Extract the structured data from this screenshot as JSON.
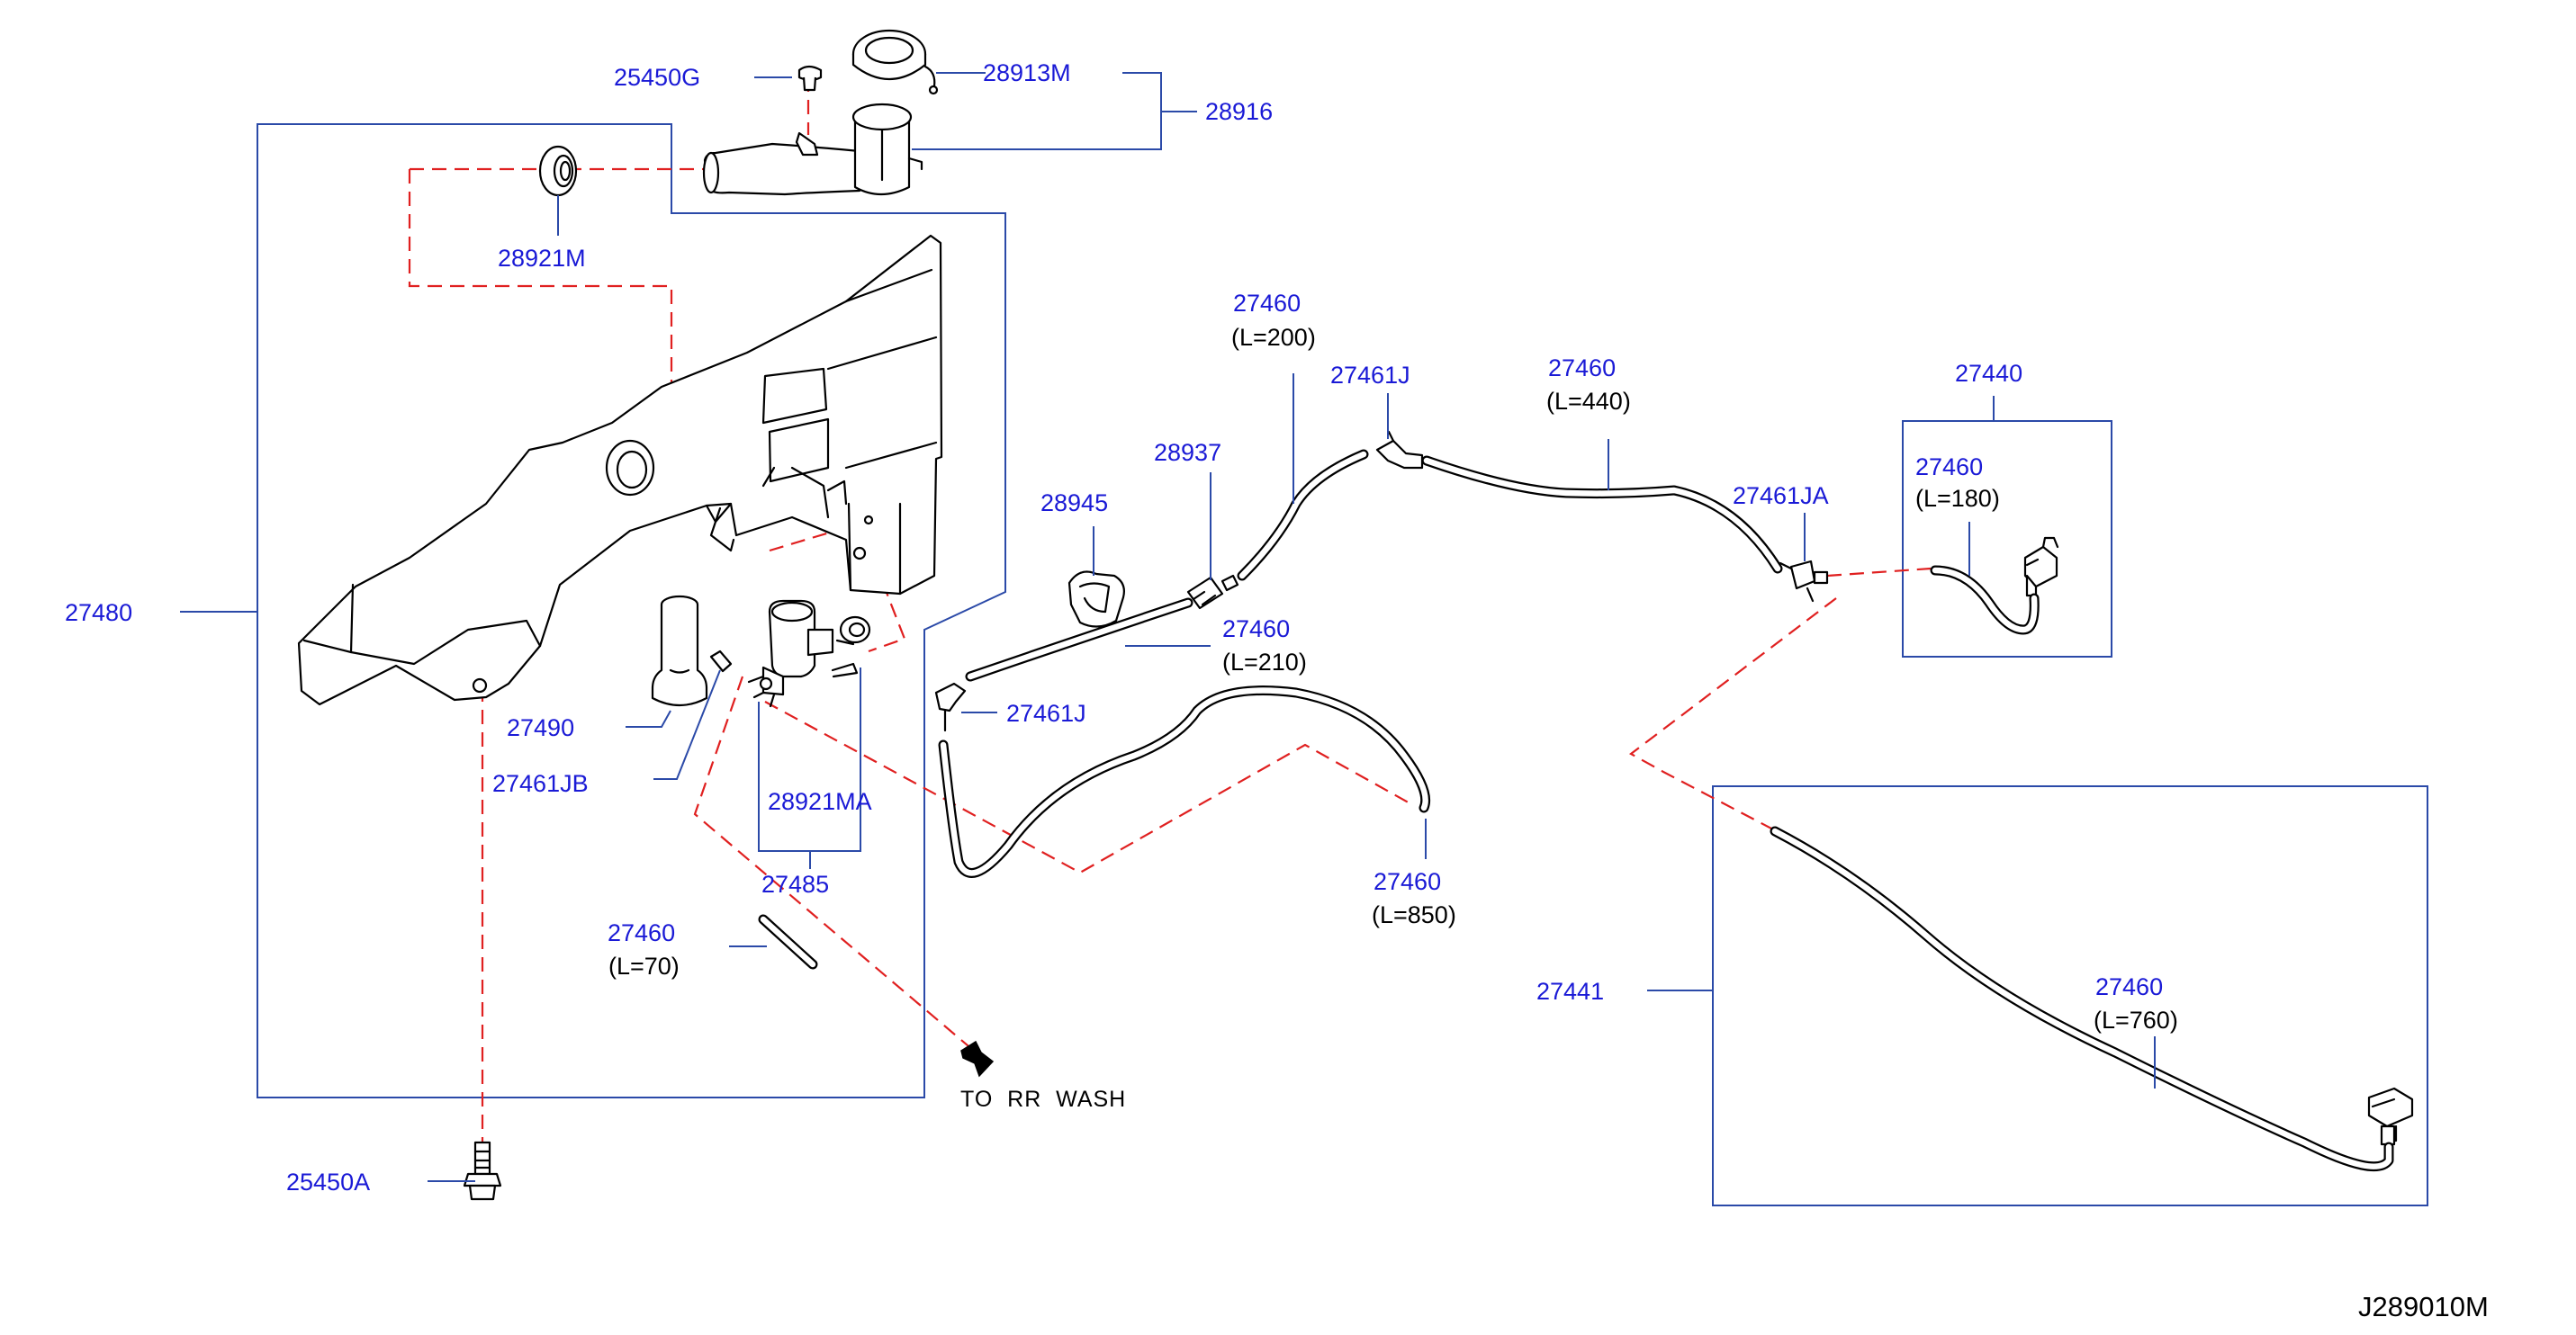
{
  "labels": {
    "p25450G": "25450G",
    "p28913M": "28913M",
    "p28916": "28916",
    "p28921M": "28921M",
    "p27480": "27480",
    "p27490": "27490",
    "p27461JB": "27461JB",
    "p28921MA": "28921MA",
    "p27485": "27485",
    "p27460_70": "27460",
    "p25450A": "25450A",
    "p28945": "28945",
    "p28937": "28937",
    "p27460_200": "27460",
    "p27461J_top": "27461J",
    "p27460_210": "27460",
    "p27461J_mid": "27461J",
    "p27460_850": "27460",
    "p27460_440": "27460",
    "p27461JA": "27461JA",
    "p27440": "27440",
    "p27460_180": "27460",
    "p27441": "27441",
    "p27460_760": "27460"
  },
  "lengths": {
    "l70": "(L=70)",
    "l200": "(L=200)",
    "l210": "(L=210)",
    "l850": "(L=850)",
    "l440": "(L=440)",
    "l180": "(L=180)",
    "l760": "(L=760)"
  },
  "notes": {
    "to_rr_wash": "TO  RR  WASH"
  },
  "diagram_code": "J289010M",
  "colors": {
    "part_number": "#1a1ad6",
    "leader_line": "#2b4aa8",
    "dashed_path": "#e02020",
    "drawing": "#000000"
  }
}
